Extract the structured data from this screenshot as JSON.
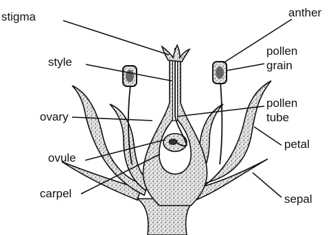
{
  "labels": {
    "stigma": "stigma",
    "style": "style",
    "ovary": "ovary",
    "ovule": "ovule",
    "carpel": "carpel",
    "anther": "anther",
    "pollen_line1": "pollen",
    "pollen_line2": "grain",
    "tube_line1": "pollen",
    "tube_line2": "tube",
    "petal": "petal",
    "sepal": "sepal"
  }
}
